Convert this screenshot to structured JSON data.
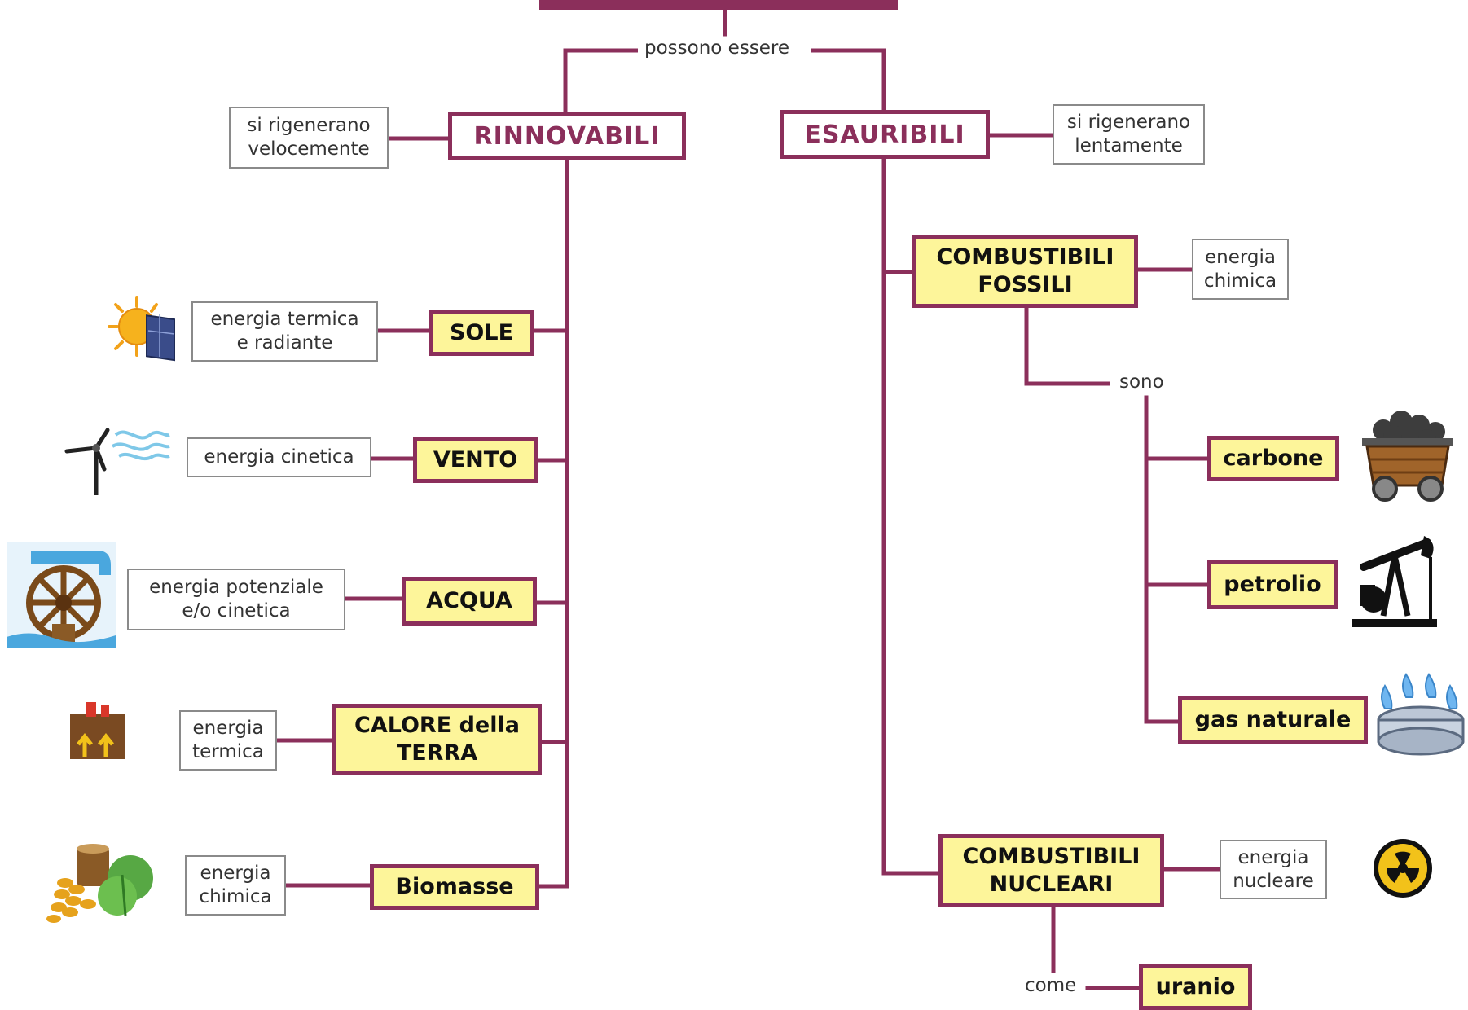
{
  "links": {
    "possono": "possono essere",
    "sono": "sono",
    "come": "come"
  },
  "branches": {
    "rinnovabili": {
      "label": "RINNOVABILI",
      "desc": "si rigenerano\nvelocemente"
    },
    "esauribili": {
      "label": "ESAURIBILI",
      "desc": "si rigenerano\nlentamente"
    }
  },
  "renewables": [
    {
      "label": "SOLE",
      "desc": "energia termica\ne radiante",
      "icon": "solar-panel-icon"
    },
    {
      "label": "VENTO",
      "desc": "energia cinetica",
      "icon": "wind-turbine-icon"
    },
    {
      "label": "ACQUA",
      "desc": "energia potenziale\ne/o cinetica",
      "icon": "water-wheel-icon"
    },
    {
      "label": "CALORE della\nTERRA",
      "desc": "energia\ntermica",
      "icon": "geothermal-icon"
    },
    {
      "label": "Biomasse",
      "desc": "energia\nchimica",
      "icon": "biomass-icon"
    }
  ],
  "fossil": {
    "label": "COMBUSTIBILI\nFOSSILI",
    "desc": "energia\nchimica",
    "items": [
      {
        "label": "carbone",
        "icon": "coal-cart-icon"
      },
      {
        "label": "petrolio",
        "icon": "oil-pump-icon"
      },
      {
        "label": "gas naturale",
        "icon": "gas-burner-icon"
      }
    ]
  },
  "nuclear": {
    "label": "COMBUSTIBILI\nNUCLEARI",
    "desc": "energia\nnucleare",
    "icon": "radiation-icon",
    "item": "uranio"
  },
  "colors": {
    "connector": "#8b2f5b",
    "node_fill": "#fdf59a",
    "main_text": "#8b2f5b"
  }
}
